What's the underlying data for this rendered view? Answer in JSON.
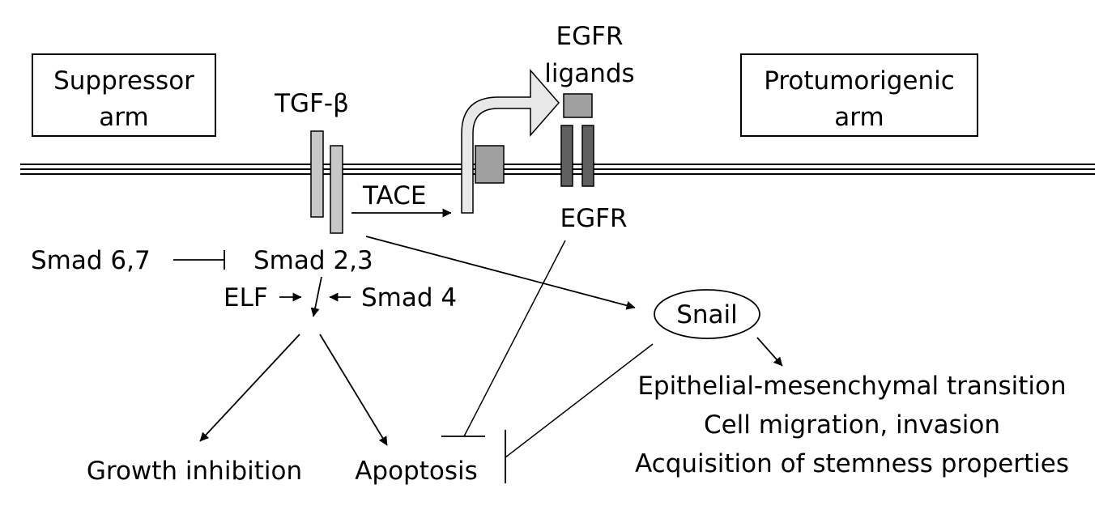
{
  "labels": {
    "suppressor_arm": [
      "Suppressor",
      "arm"
    ],
    "protumorigenic_arm": [
      "Protumorigenic",
      "arm"
    ],
    "tgf_beta": "TGF-β",
    "egfr_ligands": [
      "EGFR",
      "ligands"
    ],
    "tace": "TACE",
    "egfr": "EGFR",
    "smad_67": "Smad 6,7",
    "smad_23": "Smad 2,3",
    "elf": "ELF",
    "smad_4": "Smad 4",
    "snail": "Snail",
    "outcomes_suppressor": [
      "Growth inhibition",
      "Apoptosis"
    ],
    "outcomes_snail": [
      "Epithelial-mesenchymal transition",
      "Cell migration, invasion",
      "Acquisition of stemness properties"
    ]
  },
  "colors": {
    "line": "#000000",
    "tgf_receptor_fill": "#c8c8c8",
    "ligand_fill": "#a0a0a0",
    "egfr_fill": "#606060",
    "arrow_fill": "#e8e8e8"
  }
}
